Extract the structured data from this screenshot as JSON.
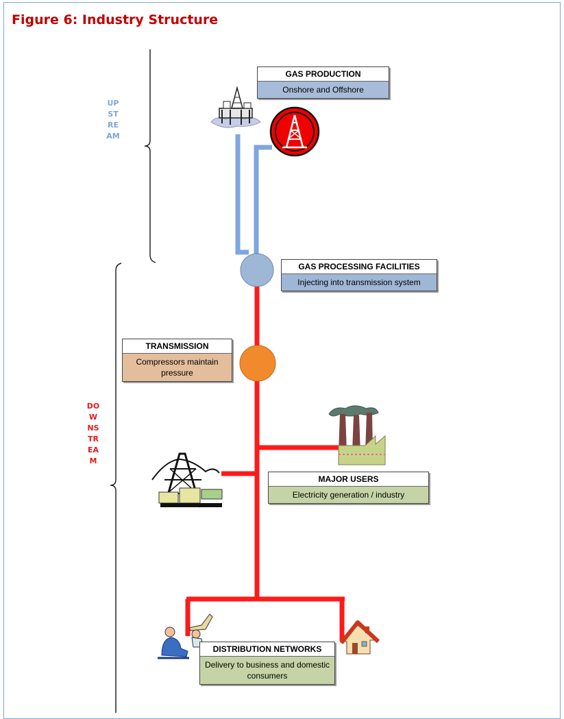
{
  "figure": {
    "title": "Figure 6: Industry Structure"
  },
  "labels": {
    "upstream": "UPSTREAM",
    "downstream": "DOWNSTREAM"
  },
  "boxes": {
    "gas_production": {
      "title": "GAS PRODUCTION",
      "body": "Onshore and Offshore"
    },
    "gas_processing": {
      "title": "GAS PROCESSING FACILITIES",
      "body": "Injecting into transmission system"
    },
    "transmission": {
      "title": "TRANSMISSION",
      "body": "Compressors maintain pressure"
    },
    "major_users": {
      "title": "MAJOR USERS",
      "body": "Electricity generation / industry"
    },
    "distribution": {
      "title": "DISTRIBUTION NETWORKS",
      "body": "Delivery to business and domestic consumers"
    }
  },
  "colors": {
    "title_red": "#c00000",
    "upstream_pipe": "#7ea6e0",
    "downstream_pipe": "#ff0000",
    "processing_node": "#9fb7d6",
    "compressor_node": "#f08a2c",
    "production_fill": "#a6bcd9",
    "transmission_fill": "#e4bd9c",
    "users_fill": "#c6d3a6",
    "distribution_fill": "#c6d3a6"
  },
  "icons": [
    "offshore-rig-icon",
    "onshore-rig-icon",
    "factory-icon",
    "power-pylon-icon",
    "worker-icon",
    "house-icon"
  ]
}
